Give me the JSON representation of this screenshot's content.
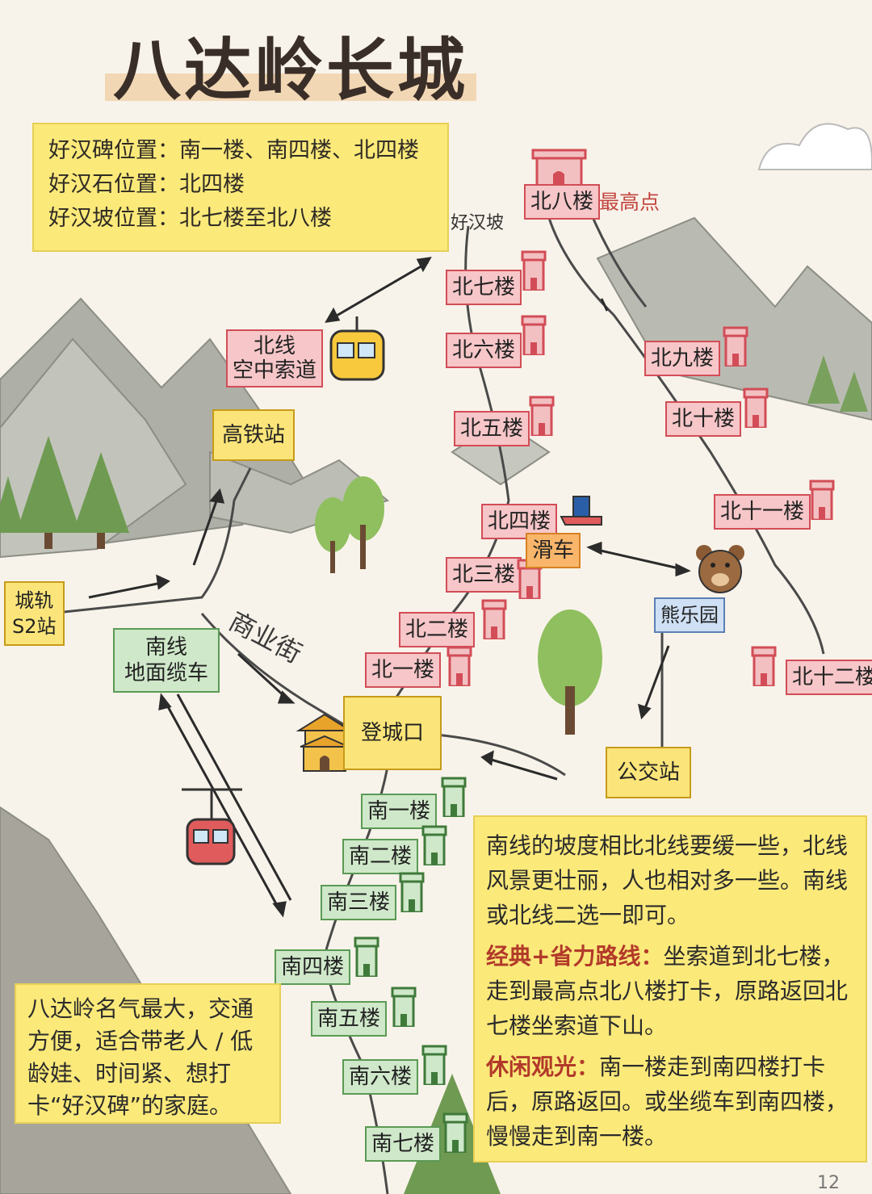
{
  "title": "八达岭长城",
  "info": {
    "line1": "好汉碑位置：南一楼、南四楼、北四楼",
    "line2": "好汉石位置：北四楼",
    "line3": "好汉坡位置：北七楼至北八楼"
  },
  "north_towers": {
    "n1": "北一楼",
    "n2": "北二楼",
    "n3": "北三楼",
    "n4": "北四楼",
    "n5": "北五楼",
    "n6": "北六楼",
    "n7": "北七楼",
    "n8": "北八楼",
    "n9": "北九楼",
    "n10": "北十楼",
    "n11": "北十一楼",
    "n12": "北十二楼"
  },
  "south_towers": {
    "s1": "南一楼",
    "s2": "南二楼",
    "s3": "南三楼",
    "s4": "南四楼",
    "s5": "南五楼",
    "s6": "南六楼",
    "s7": "南七楼"
  },
  "places": {
    "highest": "最高点",
    "haohan_slope": "好汉坡",
    "north_cable": "北线\n空中索道",
    "hsr_station": "高铁站",
    "s2_station": "城轨\nS2站",
    "south_cable": "南线\n地面缆车",
    "street": "商业街",
    "entrance": "登城口",
    "slide": "滑车",
    "bear_park": "熊乐园",
    "bus_station": "公交站"
  },
  "description": {
    "p1": "南线的坡度相比北线要缓一些，北线风景更壮丽，人也相对多一些。南线或北线二选一即可。",
    "route1_title": "经典+省力路线：",
    "route1_text": "坐索道到北七楼，走到最高点北八楼打卡，原路返回北七楼坐索道下山。",
    "route2_title": "休闲观光：",
    "route2_text": "南一楼走到南四楼打卡后，原路返回。或坐缆车到南四楼，慢慢走到南一楼。"
  },
  "left_note": "八达岭名气最大，交通方便，适合带老人 / 低龄娃、时间紧、想打卡“好汉碑”的家庭。",
  "page_number": "12",
  "colors": {
    "north": "#d24d57",
    "south": "#5a9a55",
    "note_box": "#fbe97a",
    "mountain": "#a9aba2"
  }
}
